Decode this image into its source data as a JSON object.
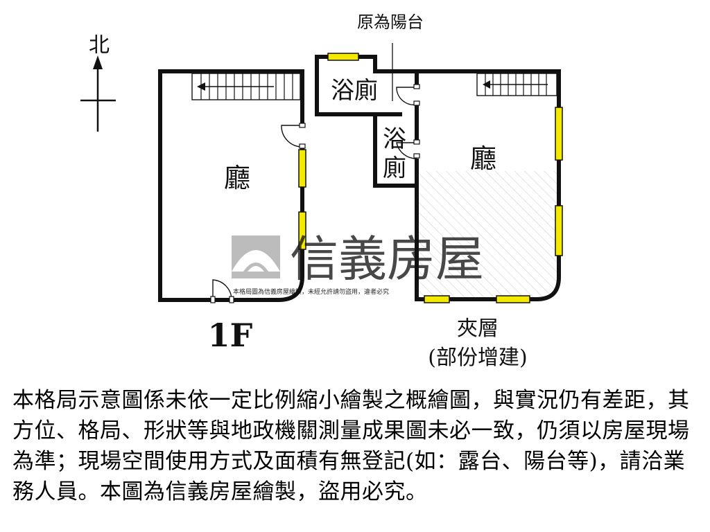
{
  "compass": {
    "label": "北",
    "icon": "north-arrow-icon"
  },
  "floor_1f": {
    "room_label": "廳",
    "floor_label": "1F"
  },
  "mezzanine": {
    "room_label": "廳",
    "bath_top_label": "浴廁",
    "bath_side_label_1": "浴",
    "bath_side_label_2": "廁",
    "balcony_note": "原為陽台",
    "caption_line1": "夾層",
    "caption_line2": "(部份增建)"
  },
  "watermark": {
    "brand": "信義房屋",
    "notice": "本格局圖為信義房屋繪製，未經允許請勿盜用，違者必究"
  },
  "disclaimer": "本格局示意圖係未依一定比例縮小繪製之概繪圖，與實況仍有差距，其方位、格局、形狀等與地政機關測量成果圖未必一致，仍須以房屋現場為準；現場空間使用方式及面積有無登記(如：露台、陽台等)，請洽業務人員。本圖為信義房屋繪製，盜用必究。",
  "colors": {
    "window": "#f4ea00",
    "wall": "#111111",
    "watermark": "#b9b9b9"
  }
}
